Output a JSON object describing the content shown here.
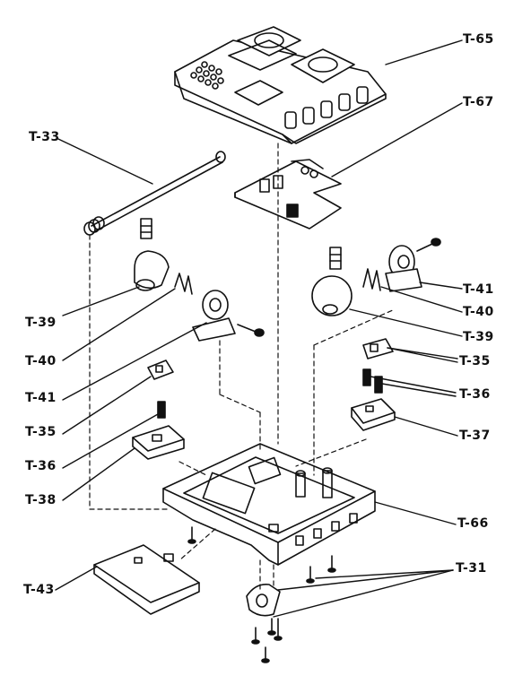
{
  "parts": {
    "t65": "T-65",
    "t67": "T-67",
    "t33": "T-33",
    "t41_right": "T-41",
    "t40_right": "T-40",
    "t39_right": "T-39",
    "t39_left": "T-39",
    "t40_left": "T-40",
    "t41_left": "T-41",
    "t35_right": "T-35",
    "t36_right": "T-36",
    "t35_left": "T-35",
    "t37": "T-37",
    "t36_left": "T-36",
    "t38": "T-38",
    "t66": "T-66",
    "t31": "T-31",
    "t43": "T-43"
  }
}
